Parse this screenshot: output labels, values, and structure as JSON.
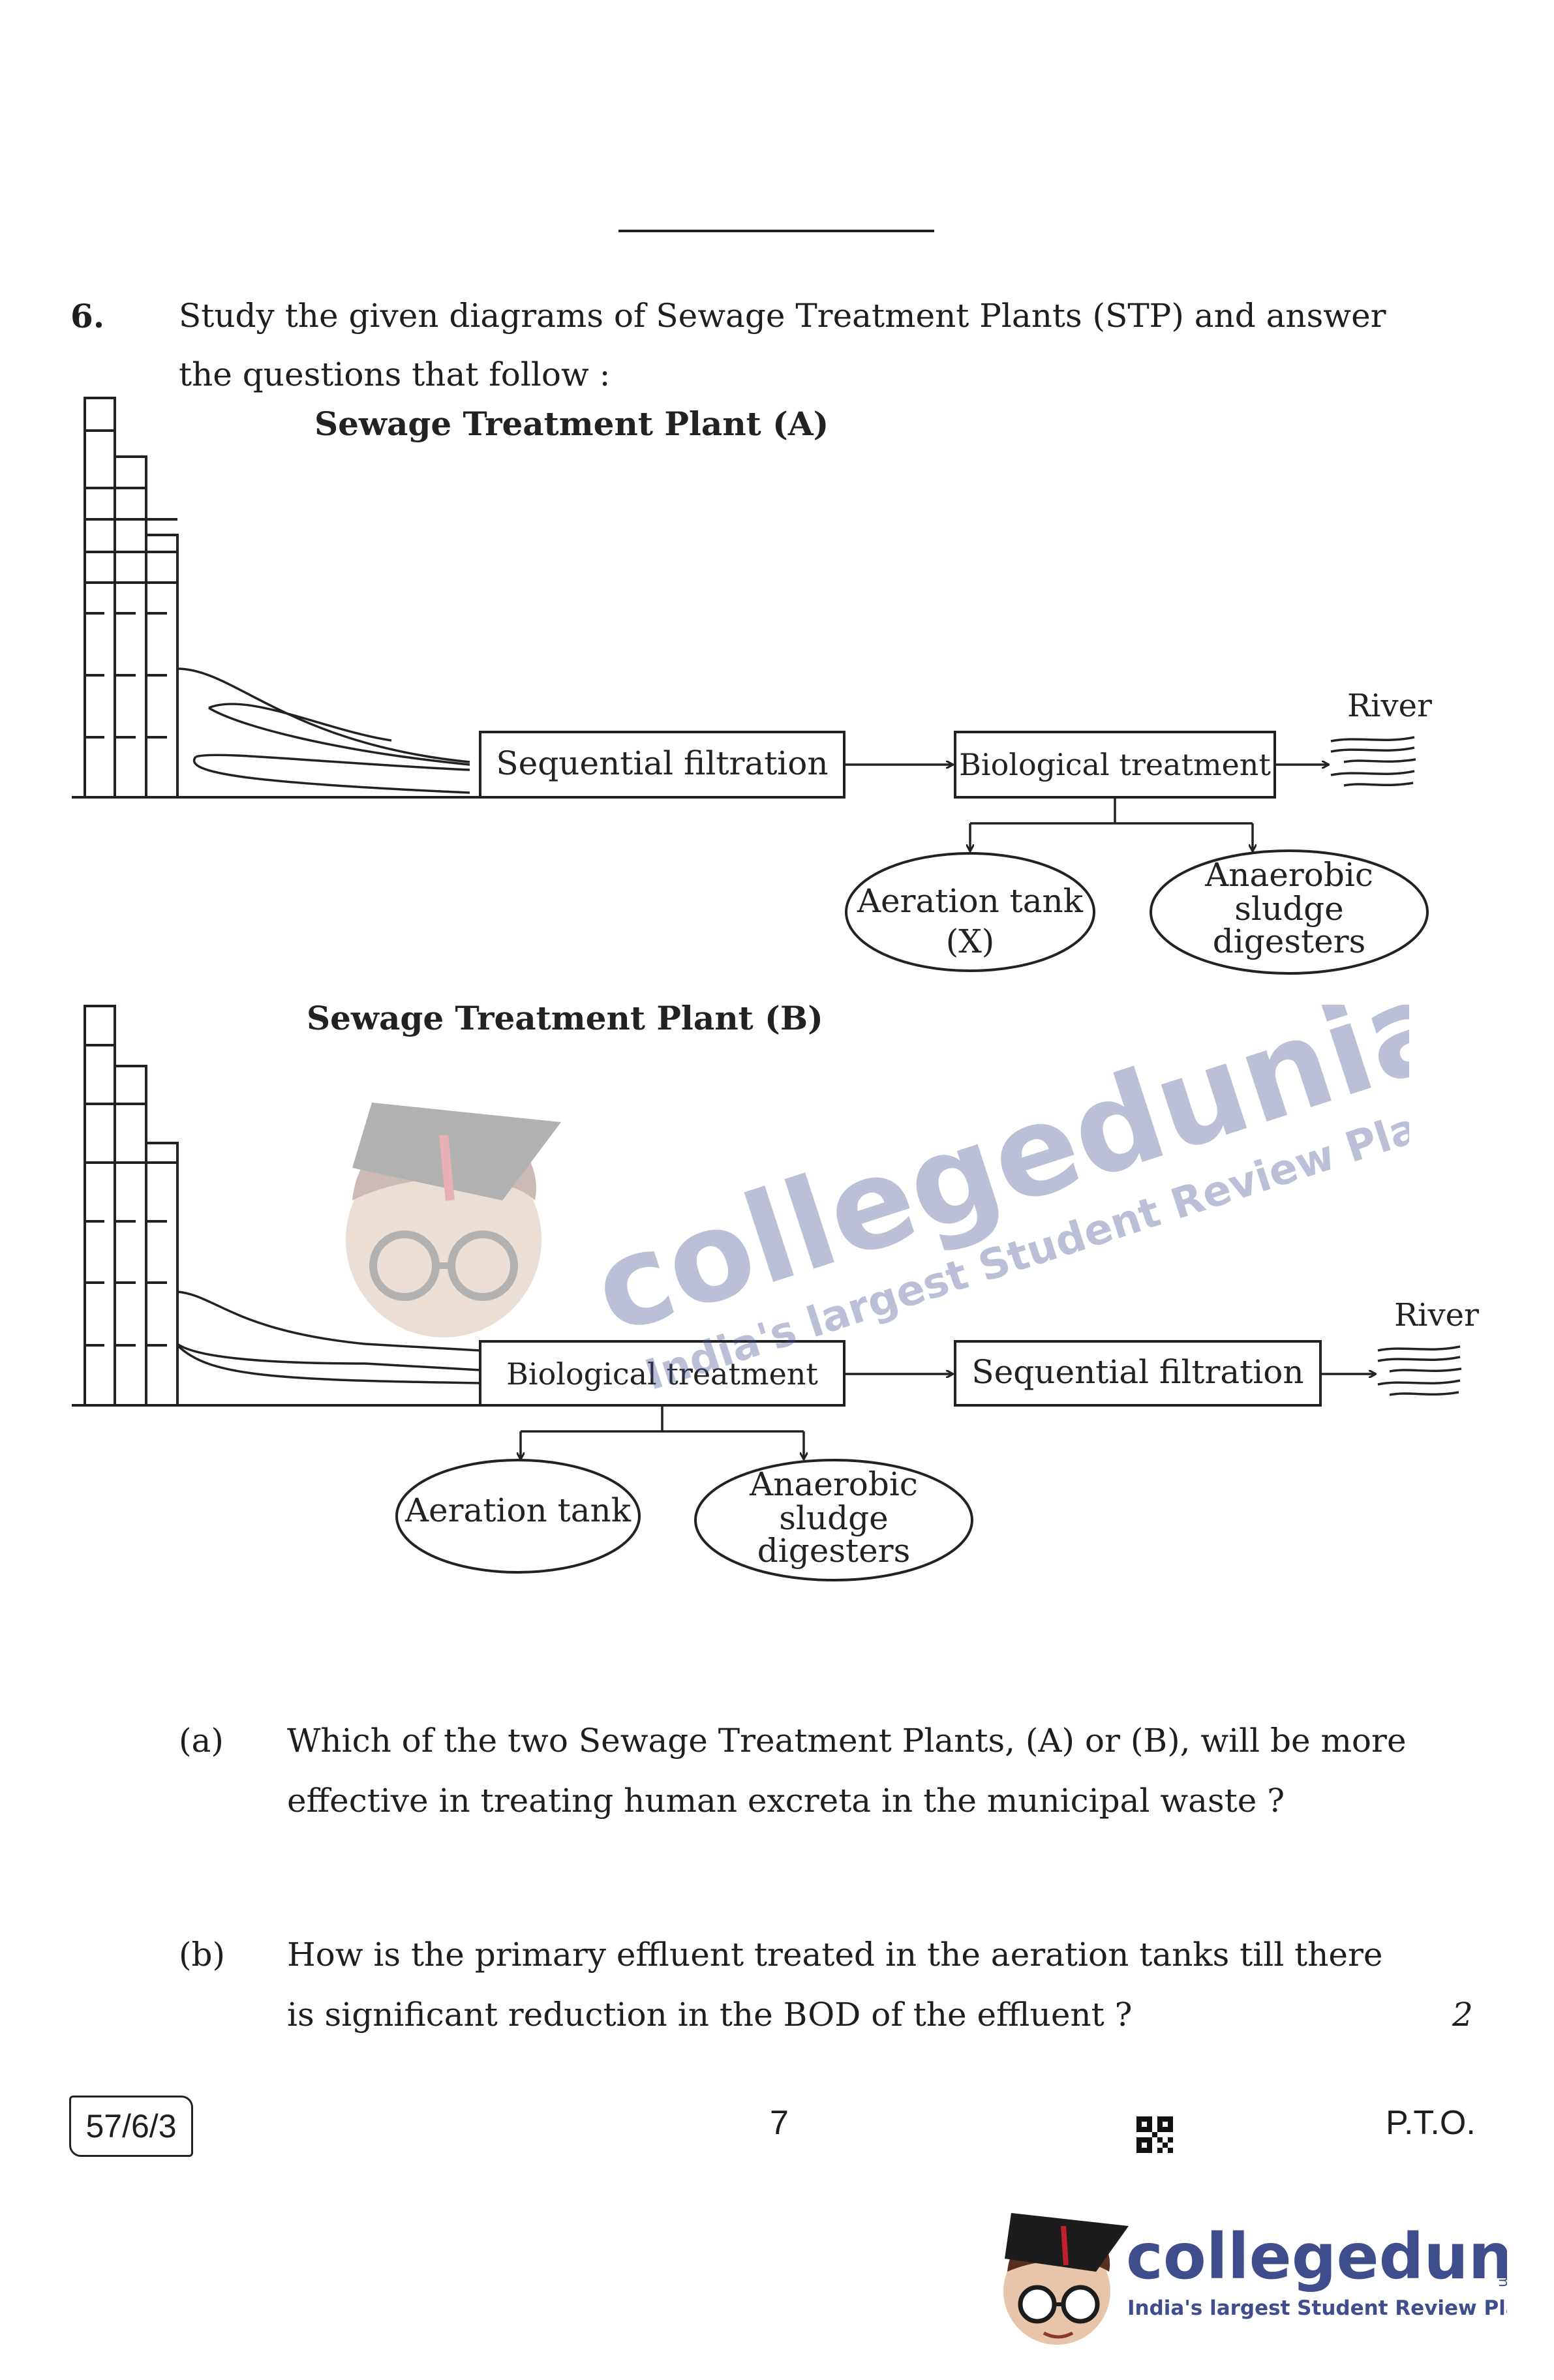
{
  "question": {
    "number": "6.",
    "intro_line1": "Study the given diagrams of Sewage Treatment Plants (STP) and answer",
    "intro_line2": "the questions that follow :"
  },
  "diagram_a": {
    "title": "Sewage Treatment Plant (A)",
    "box1": "Sequential filtration",
    "box2": "Biological treatment",
    "oval_left_line1": "Aeration tank",
    "oval_left_line2": "(X)",
    "oval_right_line1": "Anaerobic",
    "oval_right_line2": "sludge",
    "oval_right_line3": "digesters",
    "river": "River"
  },
  "diagram_b": {
    "title": "Sewage Treatment Plant (B)",
    "box1": "Biological treatment",
    "box2": "Sequential filtration",
    "oval_left": "Aeration tank",
    "oval_right_line1": "Anaerobic",
    "oval_right_line2": "sludge",
    "oval_right_line3": "digesters",
    "river": "River"
  },
  "sub_questions": [
    {
      "label": "(a)",
      "line1": "Which of the two Sewage Treatment Plants, (A) or (B), will be more",
      "line2": "effective in treating human excreta in the municipal waste ?"
    },
    {
      "label": "(b)",
      "line1": "How is the primary effluent treated in the aeration tanks till there",
      "line2": "is significant reduction in the BOD of the effluent ?",
      "marks": "2"
    }
  ],
  "footer": {
    "code": "57/6/3",
    "page_number": "7",
    "pto": "P.T.O."
  },
  "watermark": {
    "brand": "collegedunia",
    "tagline": "India's largest Student Review Platform",
    "brand_suffix": ".com",
    "brand_color": "#3f4d8c"
  },
  "icons": [
    "qr-code-icon",
    "student-mascot-icon"
  ]
}
